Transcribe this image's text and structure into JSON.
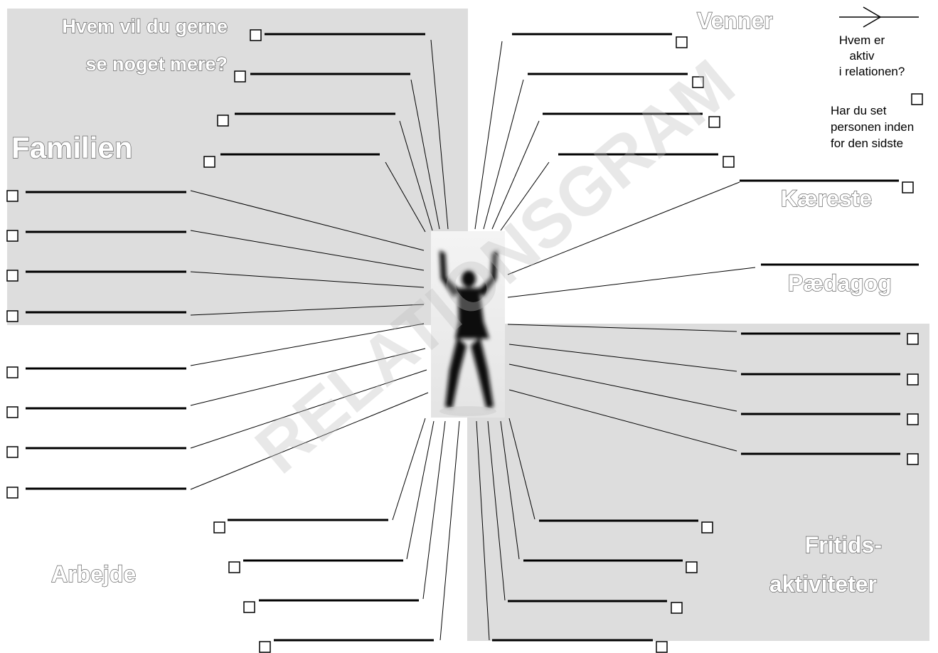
{
  "watermark": "RELATIONSGRAM",
  "question": {
    "line1": "Hvem vil du gerne",
    "line2": "se noget mere?"
  },
  "categories": {
    "familien": "Familien",
    "venner": "Venner",
    "kaereste": "Kæreste",
    "paedagog": "Pædagog",
    "arbejde": "Arbejde",
    "fritid_line1": "Fritids-",
    "fritid_line2": "aktiviteter"
  },
  "legend": {
    "active_line1": "Hvem er",
    "active_line2": "aktiv",
    "active_line3": "i relationen?",
    "seen_line1": "Har du set",
    "seen_line2": "personen inden",
    "seen_line3": "for den sidste"
  },
  "colors": {
    "zone_fill": "#dddddd",
    "line": "#000000",
    "label_outline": "#666666"
  },
  "icons": {
    "arrow": "right-arrow",
    "checkbox": "checkbox-square",
    "person": "person-silhouette-arms-raised"
  }
}
